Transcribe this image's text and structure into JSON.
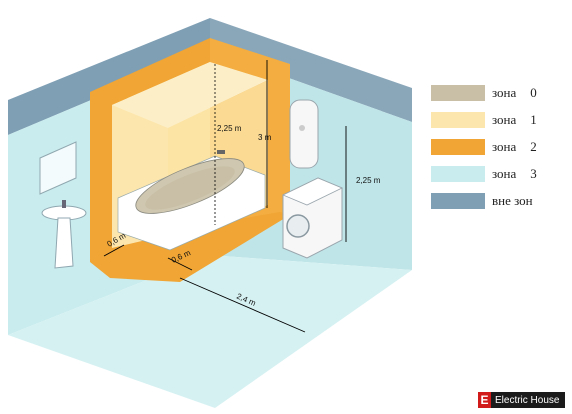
{
  "colors": {
    "zone0": "#c8bfa6",
    "zone1": "#fde6ad",
    "zone2": "#f0a534",
    "zone3": "#c9ecee",
    "outside": "#7f9fb4",
    "wall": "#c9ecee",
    "floor": "#d6f1f2"
  },
  "legend": [
    {
      "label": "зона",
      "num": "0",
      "color_key": "zone0"
    },
    {
      "label": "зона",
      "num": "1",
      "color_key": "zone1"
    },
    {
      "label": "зона",
      "num": "2",
      "color_key": "zone2"
    },
    {
      "label": "зона",
      "num": "3",
      "color_key": "zone3"
    },
    {
      "label": "вне зон",
      "num": "",
      "color_key": "outside"
    }
  ],
  "dimensions": {
    "zone1_height": "2,25 m",
    "total_height": "3 m",
    "wall_height": "2,25 m",
    "side_width": "0,6 m",
    "front_width": "0,6 m",
    "floor_length": "2,4 m"
  },
  "icons": {
    "mirror": "mirror-icon",
    "sink": "sink-icon",
    "bathtub": "bathtub-icon",
    "boiler": "water-heater-icon",
    "washer": "washing-machine-icon"
  },
  "brand": {
    "logo_letter": "E",
    "name": "Electric House"
  }
}
